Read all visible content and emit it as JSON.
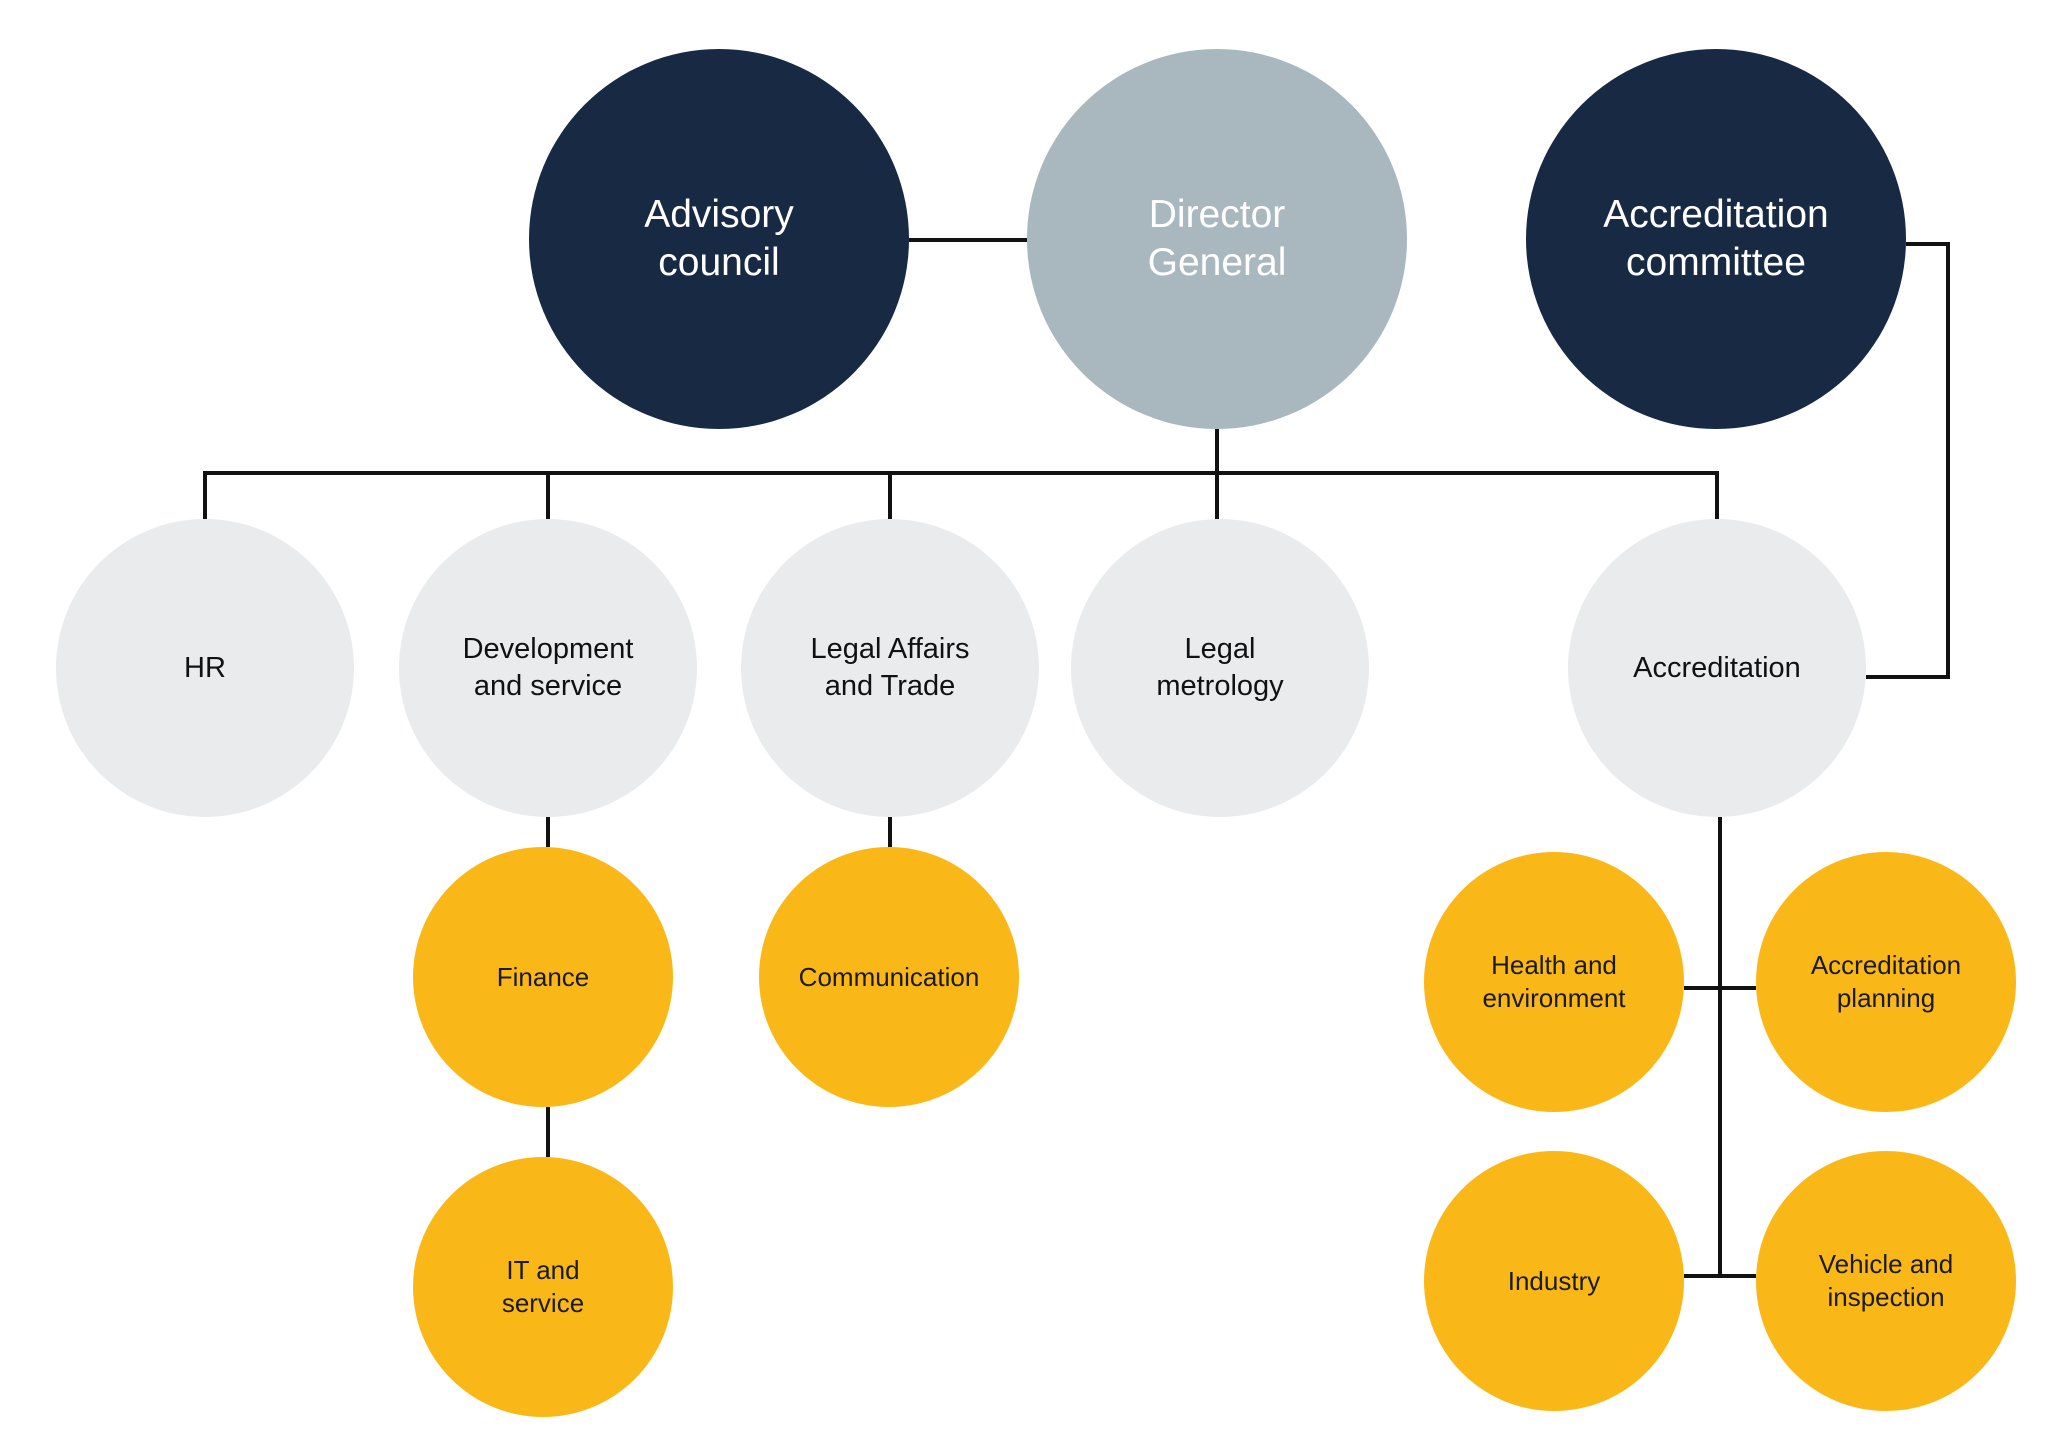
{
  "nodes": {
    "advisory": "Advisory\ncouncil",
    "director": "Director\nGeneral",
    "accreditation_committee": "Accreditation\ncommittee",
    "hr": "HR",
    "development": "Development\nand service",
    "legal_affairs": "Legal Affairs\nand Trade",
    "legal_metrology": "Legal\nmetrology",
    "accreditation": "Accreditation",
    "finance": "Finance",
    "it_service": "IT and\nservice",
    "communication": "Communication",
    "health": "Health and\nenvironment",
    "accreditation_planning": "Accreditation\nplanning",
    "industry": "Industry",
    "vehicle": "Vehicle and\ninspection"
  },
  "colors": {
    "board": "#172943",
    "director": "#a9b8bf",
    "department": "#e9ebed",
    "unit": "#fab818",
    "connector": "#111111"
  }
}
